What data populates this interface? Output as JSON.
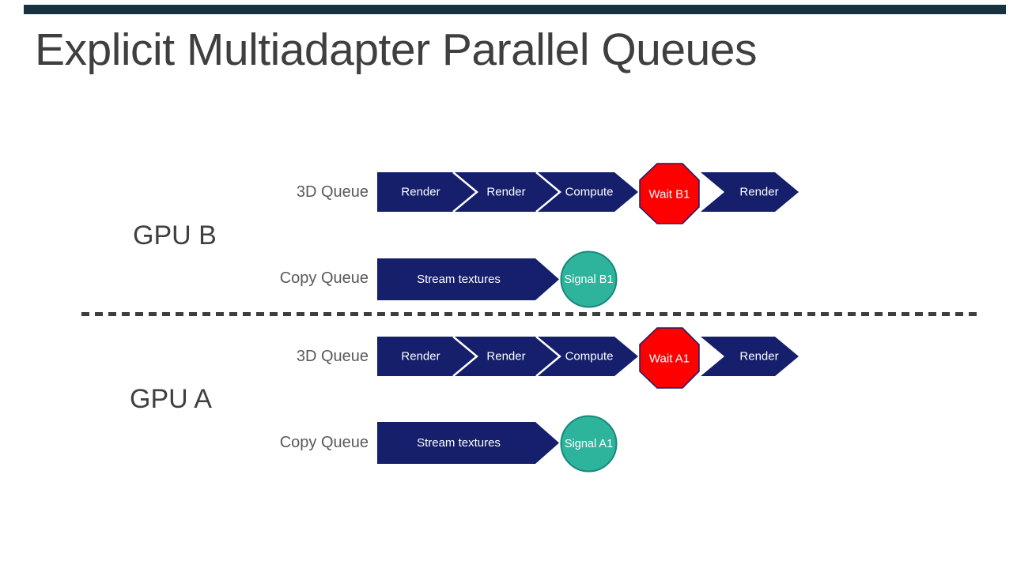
{
  "slide": {
    "title": "Explicit Multiadapter Parallel Queues"
  },
  "colors": {
    "accent_bar": "#17333F",
    "navy": "#151F6B",
    "red": "#FE0000",
    "teal_fill": "#2EB49C",
    "teal_border": "#17897B",
    "dash_line": "#3D3D3D",
    "queue_label_gray": "#595959",
    "gpu_label_gray": "#404040",
    "title_gray": "#3F3F3F"
  },
  "gpus": [
    {
      "name": "GPU B",
      "queue_3d": {
        "label": "3D Queue",
        "segments": [
          "Render",
          "Render",
          "Compute"
        ],
        "wait": "Wait B1",
        "post_wait": "Render"
      },
      "queue_copy": {
        "label": "Copy Queue",
        "task": "Stream textures",
        "signal": "Signal B1"
      }
    },
    {
      "name": "GPU A",
      "queue_3d": {
        "label": "3D Queue",
        "segments": [
          "Render",
          "Render",
          "Compute"
        ],
        "wait": "Wait A1",
        "post_wait": "Render"
      },
      "queue_copy": {
        "label": "Copy Queue",
        "task": "Stream textures",
        "signal": "Signal A1"
      }
    }
  ]
}
